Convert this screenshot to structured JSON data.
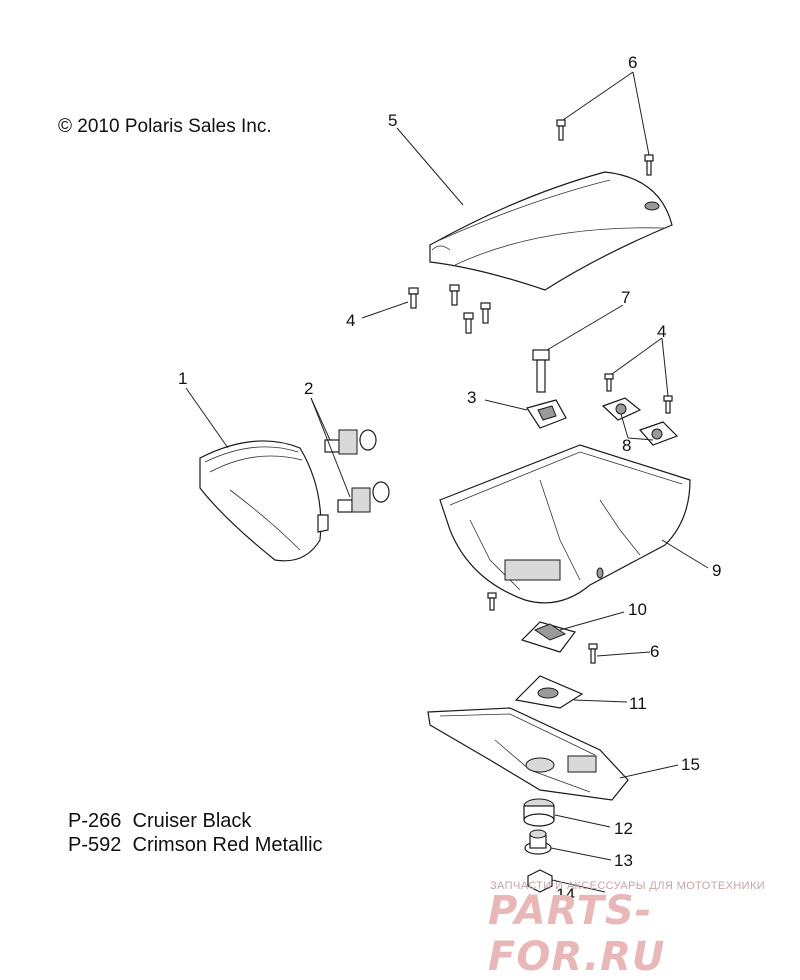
{
  "copyright": "© 2010 Polaris Sales Inc.",
  "color_codes": [
    {
      "code": "P-266",
      "name": "Cruiser Black"
    },
    {
      "code": "P-592",
      "name": "Crimson Red Metallic"
    }
  ],
  "callouts": {
    "c1": "1",
    "c2": "2",
    "c3": "3",
    "c4a": "4",
    "c4b": "4",
    "c5": "5",
    "c6a": "6",
    "c6b": "6",
    "c7": "7",
    "c8": "8",
    "c9": "9",
    "c10": "10",
    "c11": "11",
    "c12": "12",
    "c13": "13",
    "c14": "14",
    "c15": "15"
  },
  "watermark": {
    "tagline": "ЗАПЧАСТИ И АКСЕССУАРЫ ДЛЯ МОТОТЕХНИКИ",
    "brand": "PARTS-FOR.RU"
  }
}
